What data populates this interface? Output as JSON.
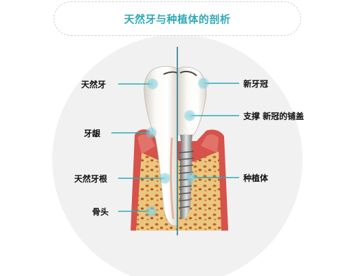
{
  "title": "天然牙与种植体的剖析",
  "labels": {
    "natural_tooth": "天然牙",
    "gum": "牙龈",
    "natural_root": "天然牙根",
    "bone": "骨头",
    "new_crown": "新牙冠",
    "abutment": "支撑 新冠的铺盖",
    "implant": "种植体"
  },
  "colors": {
    "accent": "#2fa9b8",
    "gum": "#d9584f",
    "bone": "#e8c57a",
    "background_circle": "#f1f1f1"
  }
}
